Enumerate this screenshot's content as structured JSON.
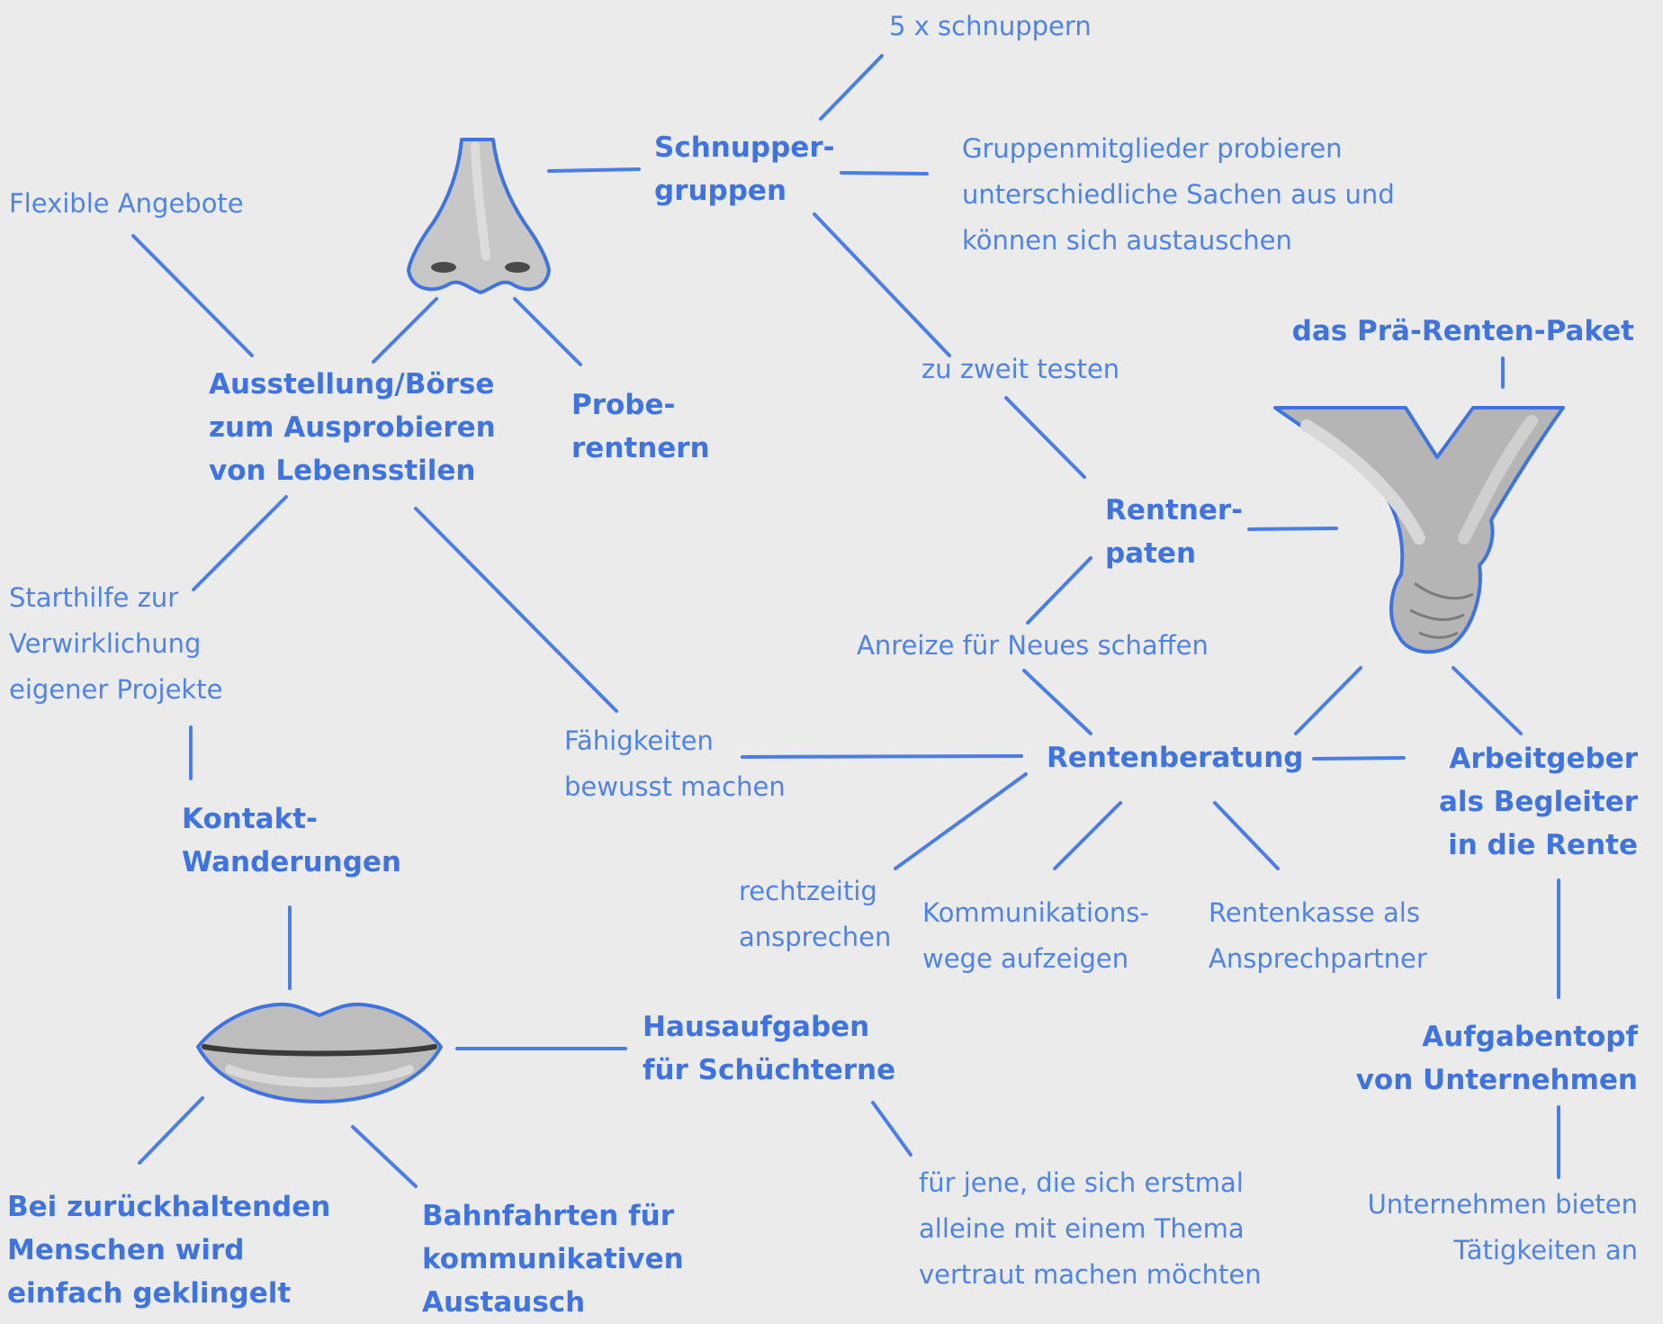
{
  "nodes": {
    "schnuppern_count": "5 x schnuppern",
    "schnuppergruppen": "Schnupper-\ngruppen",
    "gruppenmitglieder": "Gruppenmitglieder probieren\nunterschiedliche Sachen aus und\nkönnen sich austauschen",
    "flexible": "Flexible Angebote",
    "ausstellung": "Ausstellung/Börse\nzum Ausprobieren\nvon Lebensstilen",
    "proberentnern": "Probe-\nrentnern",
    "zu_zweit": "zu zweit testen",
    "praerenten": "das Prä-Renten-Paket",
    "rentnerpaten": "Rentner-\npaten",
    "starthilfe": "Starthilfe zur\nVerwirklichung\neigener Projekte",
    "anreize": "Anreize für Neues schaffen",
    "faehigkeiten": "Fähigkeiten\nbewusst machen",
    "rentenberatung": "Rentenberatung",
    "arbeitgeber": "Arbeitgeber\nals Begleiter\nin die Rente",
    "kontakt": "Kontakt-\nWanderungen",
    "rechtzeitig": "rechtzeitig\nansprechen",
    "kommunikationswege": "Kommunikations-\nwege aufzeigen",
    "rentenkasse": "Rentenkasse als\nAnsprechpartner",
    "hausaufgaben": "Hausaufgaben\nfür Schüchterne",
    "aufgabentopf": "Aufgabentopf\nvon Unternehmen",
    "fuer_jene": "für jene, die sich erstmal\nalleine mit einem Thema\nvertraut machen möchten",
    "unternehmen_bieten": "Unternehmen bieten\nTätigkeiten an",
    "zurueckhaltend": "Bei zurückhaltenden\nMenschen wird\neinfach geklingelt",
    "bahnfahrten": "Bahnfahrten für\nkommunikativen\nAustausch"
  },
  "icons": {
    "nose": "nose-icon",
    "hands": "holding-hands-icon",
    "lips": "lips-icon"
  },
  "colors": {
    "accent": "#3f74e0",
    "background": "#ebebeb",
    "sketch": "#8f8f8f"
  }
}
